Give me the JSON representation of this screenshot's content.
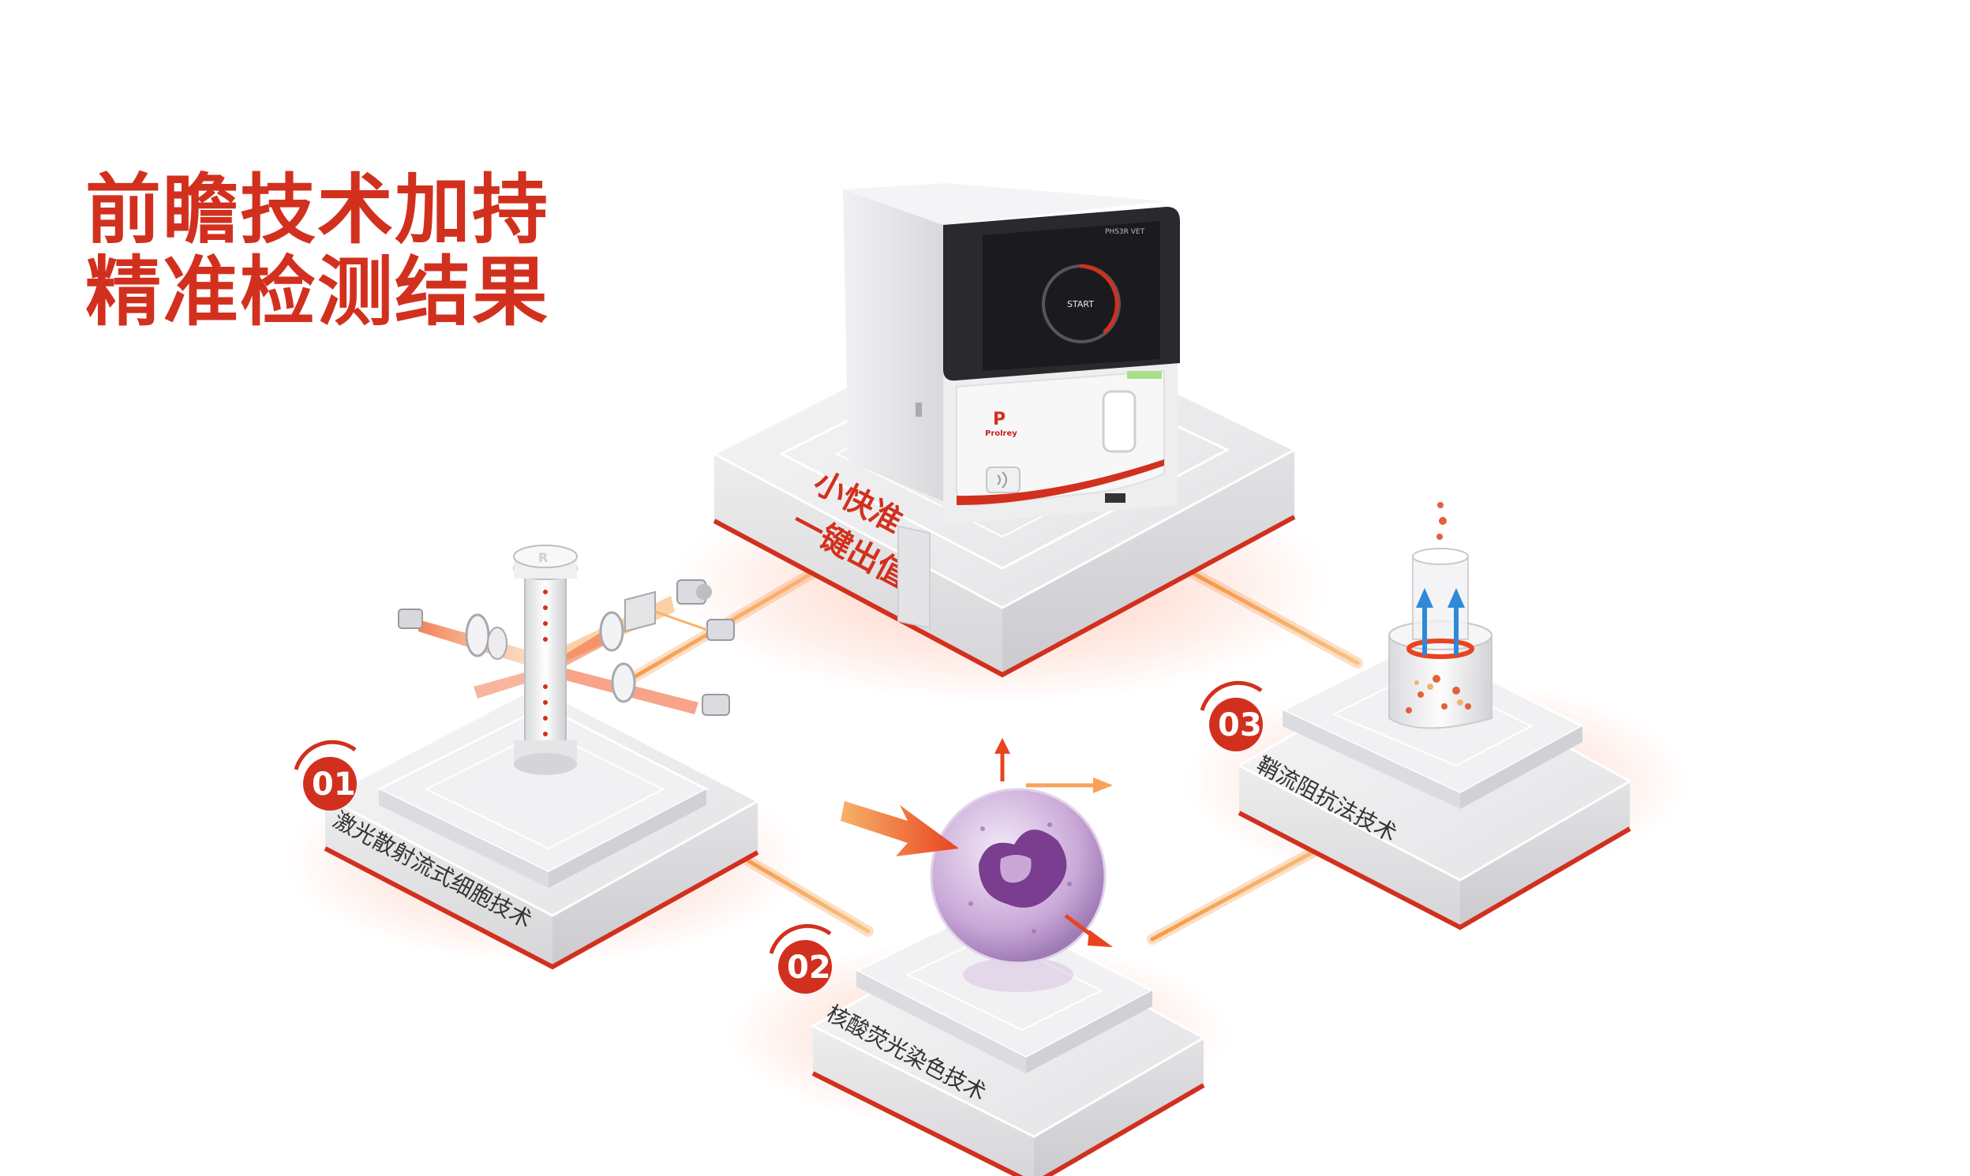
{
  "headline": {
    "line1": "前瞻技术加持",
    "line2": "精准检测结果"
  },
  "slogan": {
    "line1": "小快准",
    "line2": "一键出值"
  },
  "device": {
    "screen_button": "START",
    "model": "PHS3R VET",
    "brand": "Prolrey"
  },
  "technologies": [
    {
      "number": "01",
      "label": "激光散射流式细胞技术"
    },
    {
      "number": "02",
      "label": "核酸荧光染色技术"
    },
    {
      "number": "03",
      "label": "鞘流阻抗法技术"
    }
  ],
  "colors": {
    "brand_red": "#d2301e",
    "connector_orange": "#f7a25a",
    "platform_gray": "#e9e9eb",
    "cell_purple": "#7a3d8f"
  },
  "icons": {
    "laser": "laser-flow-cytometry-icon",
    "cell": "fluorescent-cell-icon",
    "sheath": "sheath-flow-tube-icon",
    "contactless": "contactless-icon"
  }
}
